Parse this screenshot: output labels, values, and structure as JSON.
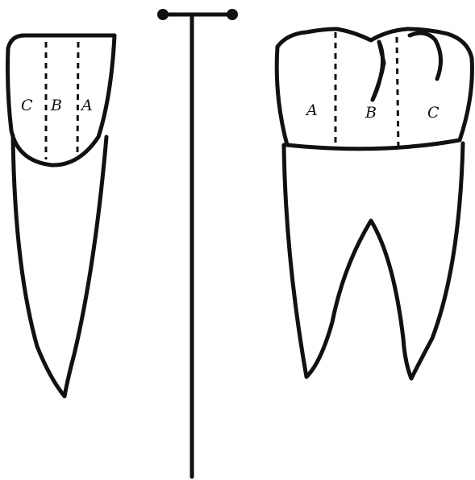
{
  "left_tooth": {
    "labels": {
      "c": "C",
      "b": "B",
      "a": "A"
    }
  },
  "right_tooth": {
    "labels": {
      "a": "A",
      "b": "B",
      "c": "C"
    }
  }
}
